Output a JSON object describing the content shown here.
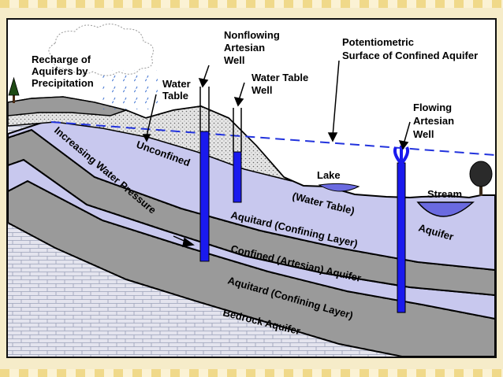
{
  "labels": {
    "recharge_1": "Recharge of",
    "recharge_2": "Aquifers by",
    "recharge_3": "Precipitation",
    "water_table_1": "Water",
    "water_table_2": "Table",
    "nonflowing_1": "Nonflowing",
    "nonflowing_2": "Artesian",
    "nonflowing_3": "Well",
    "wt_well_1": "Water Table",
    "wt_well_2": "Well",
    "potentio_1": "Potentiometric",
    "potentio_2": "Surface of Confined Aquifer",
    "flowing_1": "Flowing",
    "flowing_2": "Artesian",
    "flowing_3": "Well",
    "lake": "Lake",
    "stream": "Stream",
    "unconfined": "Unconfined",
    "water_table_layer": "(Water Table)",
    "aquifer": "Aquifer",
    "pressure": "Increasing Water Pressure",
    "aquitard_upper": "Aquitard (Confining Layer)",
    "confined": "Confined (Artesian) Aquifer",
    "aquitard_lower": "Aquitard (Confining Layer)",
    "bedrock": "Bedrock Aquifer"
  },
  "colors": {
    "aquifer": "#c8c8ee",
    "well": "#1a1aee",
    "potentiometric": "#2233dd",
    "aquitard": "#a8a8a8",
    "bedrock": "#e4e4ee"
  }
}
